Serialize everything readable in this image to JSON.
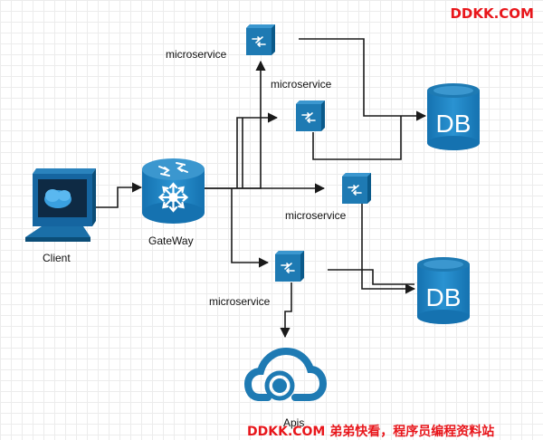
{
  "watermark": {
    "top": "DDKK.COM",
    "bottom": "DDKK.COM 弟弟快看，程序员编程资料站"
  },
  "nodes": {
    "client": "Client",
    "gateway": "GateWay",
    "microservice_1": "microservice",
    "microservice_2": "microservice",
    "microservice_3": "microservice",
    "microservice_4": "microservice",
    "db_1": "DB",
    "db_2": "DB",
    "apis": "Apis"
  },
  "colors": {
    "node_blue": "#1e7ab3",
    "node_dark": "#0b5a8a",
    "line": "#1a1a1a",
    "watermark": "#e8161b"
  }
}
